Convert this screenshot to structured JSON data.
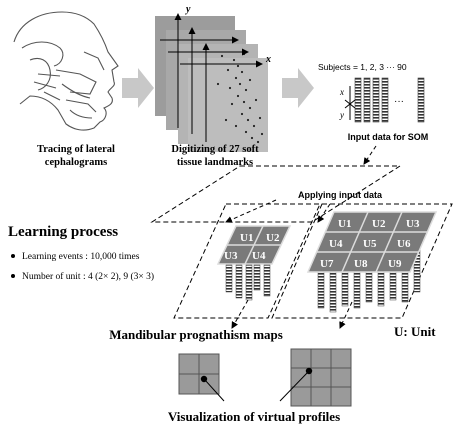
{
  "steps": {
    "tracing_caption": [
      "Tracing of lateral",
      "cephalograms"
    ],
    "digitizing_caption": [
      "Digitizing of 27 soft",
      "tissue landmarks"
    ],
    "input_caption": "Input data for SOM",
    "subjects_label": "Subjects = 1, 2, 3 ··· 90",
    "ellipsis": "···",
    "axis_x": "x",
    "axis_y": "y"
  },
  "applying_label": "Applying input data",
  "learning": {
    "title": "Learning process",
    "bullets": [
      "Learning events : 10,000 times",
      "Number of unit : 4 (2× 2), 9 (3× 3)"
    ]
  },
  "units_small": [
    "U1",
    "U2",
    "U3",
    "U4"
  ],
  "units_large": [
    "U1",
    "U2",
    "U3",
    "U4",
    "U5",
    "U6",
    "U7",
    "U8",
    "U9"
  ],
  "maps_label": "Mandibular prognathism maps",
  "unit_legend": "U: Unit",
  "visualization_label": "Visualization of virtual profiles",
  "colors": {
    "arrow": "#c8c8c8",
    "grid": "#8a8a8a",
    "dots": "#222222"
  }
}
